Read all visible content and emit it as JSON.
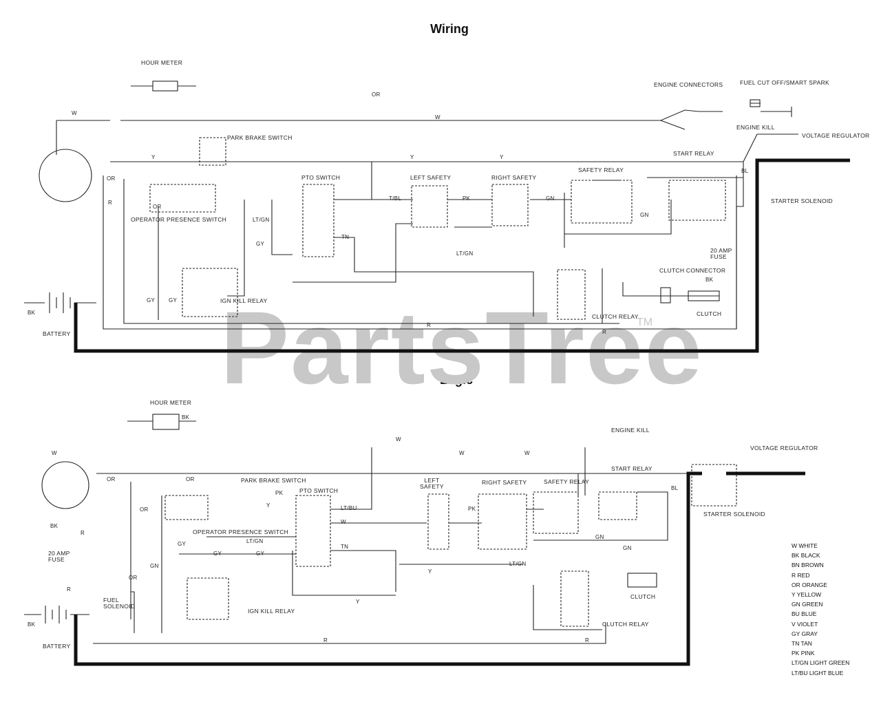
{
  "titles": {
    "wiring": "Wiring",
    "logic": "Logic"
  },
  "watermark": {
    "text": "PartsTree",
    "tm": "TM"
  },
  "wiring": {
    "hour_meter": "HOUR METER",
    "engine_connectors": "ENGINE CONNECTORS",
    "fuel_cutoff": "FUEL CUT OFF/SMART SPARK",
    "engine_kill": "ENGINE KILL",
    "voltage_regulator": "VOLTAGE REGULATOR",
    "park_brake_switch": "PARK BRAKE SWITCH",
    "start_relay": "START RELAY",
    "pto_switch": "PTO SWITCH",
    "left_safety": "LEFT SAFETY",
    "right_safety": "RIGHT SAFETY",
    "safety_relay": "SAFETY RELAY",
    "operator_presence_switch": "OPERATOR PRESENCE SWITCH",
    "starter_solenoid": "STARTER SOLENOID",
    "fuse": "20 AMP\nFUSE",
    "clutch_connector": "CLUTCH CONNECTOR",
    "clutch": "CLUTCH",
    "clutch_relay": "CLUTCH RELAY",
    "ign_kill_relay": "IGN KILL RELAY",
    "battery": "BATTERY"
  },
  "logic": {
    "hour_meter": "HOUR METER",
    "engine_kill": "ENGINE KILL",
    "voltage_regulator": "VOLTAGE REGULATOR",
    "park_brake_switch": "PARK BRAKE SWITCH",
    "pto_switch": "PTO SWITCH",
    "left_safety": "LEFT\nSAFETY",
    "right_safety": "RIGHT SAFETY",
    "safety_relay": "SAFETY RELAY",
    "start_relay": "START RELAY",
    "starter_solenoid": "STARTER SOLENOID",
    "operator_presence_switch": "OPERATOR PRESENCE SWITCH",
    "fuse": "20 AMP\nFUSE",
    "fuel_solenoid": "FUEL\nSOLENOID",
    "ign_kill_relay": "IGN KILL RELAY",
    "clutch": "CLUTCH",
    "clutch_relay": "CLUTCH RELAY",
    "battery": "BATTERY"
  },
  "legend": [
    "W WHITE",
    "BK BLACK",
    "BN BROWN",
    "R RED",
    "OR ORANGE",
    "Y YELLOW",
    "GN GREEN",
    "BU BLUE",
    "V VIOLET",
    "GY GRAY",
    "TN TAN",
    "PK PINK",
    "LT/GN LIGHT GREEN",
    "LT/BU LIGHT BLUE"
  ],
  "wire_labels": {
    "w": "W",
    "y": "Y",
    "or": "OR",
    "r": "R",
    "bk": "BK",
    "gy": "GY",
    "gn": "GN",
    "pk": "PK",
    "tn": "TN",
    "ltgn": "LT/GN",
    "ltbu": "LT/BU",
    "tbl": "T/BL",
    "bl": "BL"
  }
}
